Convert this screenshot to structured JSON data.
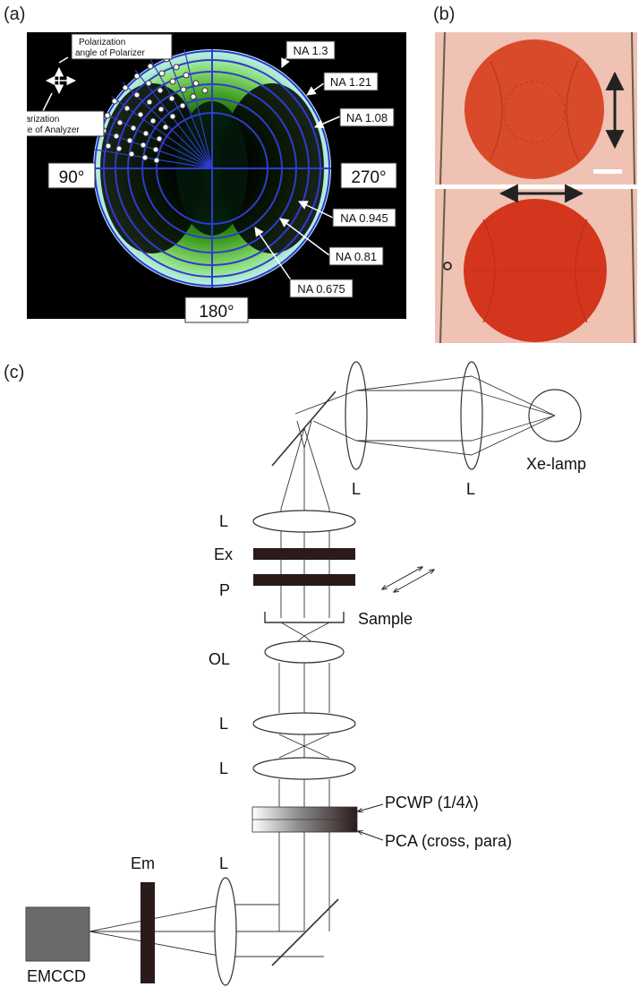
{
  "panels": {
    "a": {
      "letter": "(a)",
      "legend_polarizer": [
        "Polarization",
        "angle of Polarizer"
      ],
      "legend_analyzer": [
        "Polarization",
        "angle of Analyzer"
      ],
      "angle_left": "90°",
      "angle_right": "270°",
      "angle_bottom": "180°",
      "na_labels": [
        "NA 1.3",
        "NA 1.21",
        "NA 1.08",
        "NA 0.945",
        "NA 0.81",
        "NA 0.675"
      ]
    },
    "b": {
      "letter": "(b)"
    },
    "c": {
      "letter": "(c)",
      "lamp": "Xe-lamp",
      "lens_top_1": "L",
      "lens_top_2": "L",
      "lens_col_1": "L",
      "excitation_filter": "Ex",
      "polarizer": "P",
      "sample": "Sample",
      "objective": "OL",
      "lens_col_2": "L",
      "lens_col_3": "L",
      "pcwp": "PCWP (1/4λ)",
      "pca": "PCA (cross, para)",
      "emission_filter": "Em",
      "lens_bottom": "L",
      "camera": "EMCCD"
    }
  }
}
